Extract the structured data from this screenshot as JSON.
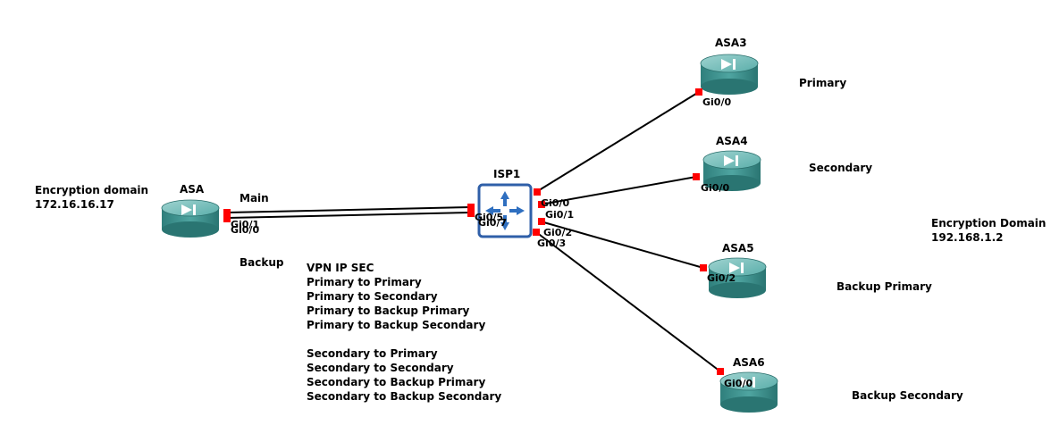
{
  "nodes": {
    "asa": {
      "name": "ASA"
    },
    "isp1": {
      "name": "ISP1"
    },
    "asa3": {
      "name": "ASA3"
    },
    "asa4": {
      "name": "ASA4"
    },
    "asa5": {
      "name": "ASA5"
    },
    "asa6": {
      "name": "ASA6"
    }
  },
  "ports": {
    "asa_gi01": "Gi0/1",
    "asa_gi00": "Gi0/0",
    "isp_gi05": "Gi0/5",
    "isp_gi07": "Gi0/7",
    "isp_gi00": "Gi0/0",
    "isp_gi01": "Gi0/1",
    "isp_gi02": "Gi0/2",
    "isp_gi03": "Gi0/3",
    "asa3_gi00": "Gi0/0",
    "asa4_gi00": "Gi0/0",
    "asa5_gi02": "Gi0/2",
    "asa6_gi00": "Gi0/0"
  },
  "labels": {
    "enc_left_title": "Encryption domain",
    "enc_left_net": "172.16.16.17",
    "main": "Main",
    "backup": "Backup",
    "primary": "Primary",
    "secondary": "Secondary",
    "backup_primary": "Backup Primary",
    "backup_secondary": "Backup Secondary",
    "enc_right_title": "Encryption Domain",
    "enc_right_net": "192.168.1.2"
  },
  "vpn": {
    "lines": [
      "VPN IP SEC",
      "Primary to Primary",
      "Primary to Secondary",
      "Primary to Backup Primary",
      "Primary to Backup Secondary",
      "",
      "Secondary to Primary",
      "Secondary to Secondary",
      "Secondary to Backup Primary",
      "Secondary to Backup Secondary"
    ]
  }
}
